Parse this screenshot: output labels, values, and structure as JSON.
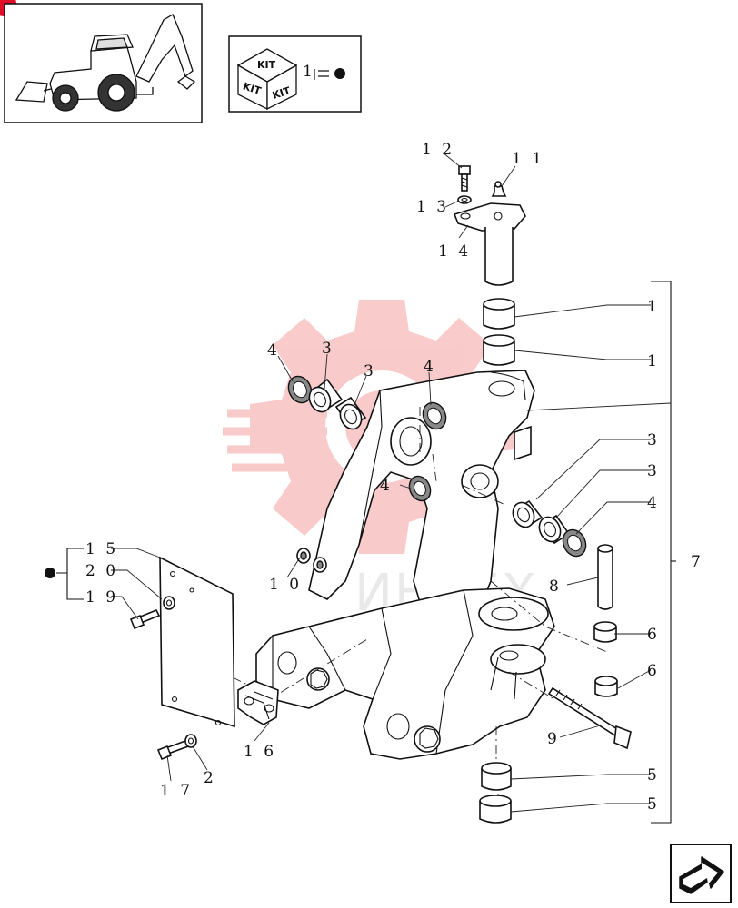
{
  "kit_box": {
    "kit_top": "KIT",
    "kit_left": "KIT",
    "kit_right": "KIT",
    "ref_number": "1"
  },
  "callouts": [
    {
      "id": "c12",
      "text": "1 2"
    },
    {
      "id": "c11",
      "text": "1 1"
    },
    {
      "id": "c13",
      "text": "1 3"
    },
    {
      "id": "c14",
      "text": "1 4"
    },
    {
      "id": "c1a",
      "text": "1"
    },
    {
      "id": "c1b",
      "text": "1"
    },
    {
      "id": "c4a",
      "text": "4"
    },
    {
      "id": "c3a",
      "text": "3"
    },
    {
      "id": "c3b",
      "text": "3"
    },
    {
      "id": "c4b",
      "text": "4"
    },
    {
      "id": "c3c",
      "text": "3"
    },
    {
      "id": "c3d",
      "text": "3"
    },
    {
      "id": "c4c",
      "text": "4"
    },
    {
      "id": "c4d",
      "text": "4"
    },
    {
      "id": "c7",
      "text": "7"
    },
    {
      "id": "c8",
      "text": "8"
    },
    {
      "id": "c6a",
      "text": "6"
    },
    {
      "id": "c6b",
      "text": "6"
    },
    {
      "id": "c10",
      "text": "1 0"
    },
    {
      "id": "c15",
      "text": "1 5"
    },
    {
      "id": "c20",
      "text": "2 0"
    },
    {
      "id": "c19",
      "text": "1 9"
    },
    {
      "id": "c16",
      "text": "1 6"
    },
    {
      "id": "c9",
      "text": "9"
    },
    {
      "id": "c5a",
      "text": "5"
    },
    {
      "id": "c5b",
      "text": "5"
    },
    {
      "id": "c17",
      "text": "1 7"
    },
    {
      "id": "c2",
      "text": "2"
    }
  ],
  "watermark": "ИНТЕХ",
  "colors": {
    "line": "#111111",
    "watermark_red": "#f4a0a0",
    "badge_red": "#e0102a"
  }
}
